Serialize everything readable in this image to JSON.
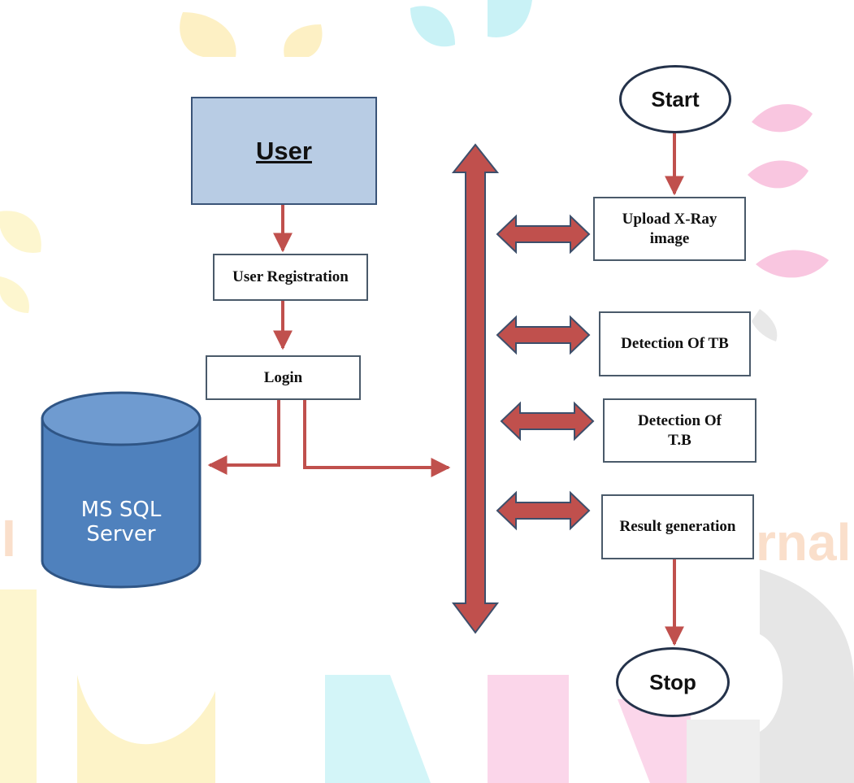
{
  "nodes": {
    "user": "User",
    "user_registration": "User Registration",
    "login": "Login",
    "database": "MS SQL Server",
    "start": "Start",
    "upload": "Upload X-Ray image",
    "detection_1": "Detection Of TB",
    "detection_2": "Detection Of T.B",
    "result": "Result generation",
    "stop": "Stop"
  },
  "colors": {
    "arrow": "#c0504d",
    "arrow_outline": "#3d4f6b",
    "user_box": "#b8cce4",
    "database": "#4f81bd",
    "watermark_yellow": "#fdf0c4",
    "watermark_cyan": "#c9f2f6",
    "watermark_pink": "#f9c6e0",
    "watermark_gray": "#e6e6e6"
  }
}
